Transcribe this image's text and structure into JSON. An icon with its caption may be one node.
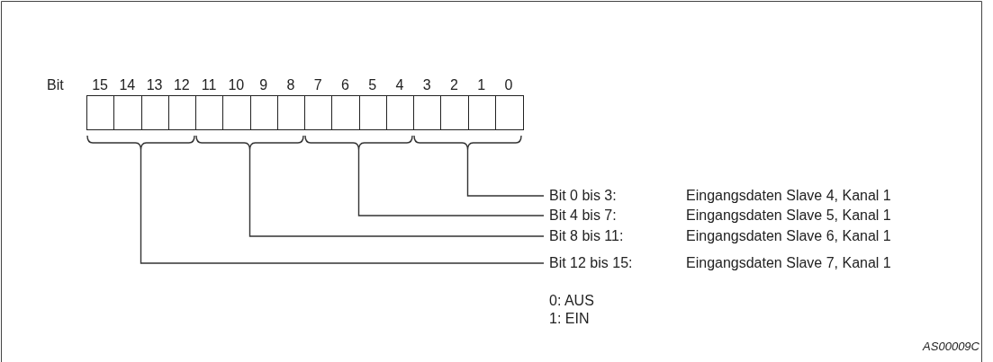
{
  "diagram": {
    "nodes": [
      {
        "text": [],
        "shape": "box"
      },
      {
        "text": [],
        "shape": "box"
      },
      {
        "text": [],
        "shape": "box"
      },
      {
        "text": [],
        "shape": "box"
      },
      {
        "text": [],
        "shape": "box"
      },
      {
        "text": [],
        "shape": "box"
      },
      {
        "text": [],
        "shape": "box"
      },
      {
        "text": [],
        "shape": "box"
      },
      {
        "text": [],
        "shape": "box"
      },
      {
        "text": [],
        "shape": "box"
      },
      {
        "text": [],
        "shape": "box"
      },
      {
        "text": [],
        "shape": "box"
      },
      {
        "text": [],
        "shape": "box"
      },
      {
        "text": [],
        "shape": "box"
      },
      {
        "text": [],
        "shape": "box"
      },
      {
        "text": [],
        "shape": "box"
      },
      {
        "text": [],
        "shape": "bracket"
      },
      {
        "text": [],
        "shape": "bracket"
      },
      {
        "text": [],
        "shape": "bracket"
      },
      {
        "text": [],
        "shape": "bracket"
      },
      {
        "text": [
          "Bit 0 bis 3:",
          "Eingangsdaten Slave 4, Kanal 1"
        ]
      },
      {
        "text": [
          "Bit 4 bis 7:",
          "Eingangsdaten Slave 5, Kanal 1"
        ]
      },
      {
        "text": [
          "Bit 8 bis 11:",
          "Eingangsdaten Slave 6, Kanal 1"
        ]
      },
      {
        "text": [
          "Bit 12 bis 15:",
          "Eingangsdaten Slave 7, Kanal 1"
        ]
      }
    ],
    "edges": [
      {
        "from": 20,
        "to": 19,
        "arrow": "none"
      },
      {
        "from": 21,
        "to": 18,
        "arrow": "none"
      },
      {
        "from": 22,
        "to": 17,
        "arrow": "none"
      },
      {
        "from": 23,
        "to": 16,
        "arrow": "none"
      }
    ],
    "labels": [
      "Bit",
      "15",
      "14",
      "13",
      "12",
      "11",
      "10",
      "9",
      "8",
      "7",
      "6",
      "5",
      "4",
      "3",
      "2",
      "1",
      "0",
      "0: AUS",
      "1: EIN",
      "AS00009C"
    ]
  }
}
